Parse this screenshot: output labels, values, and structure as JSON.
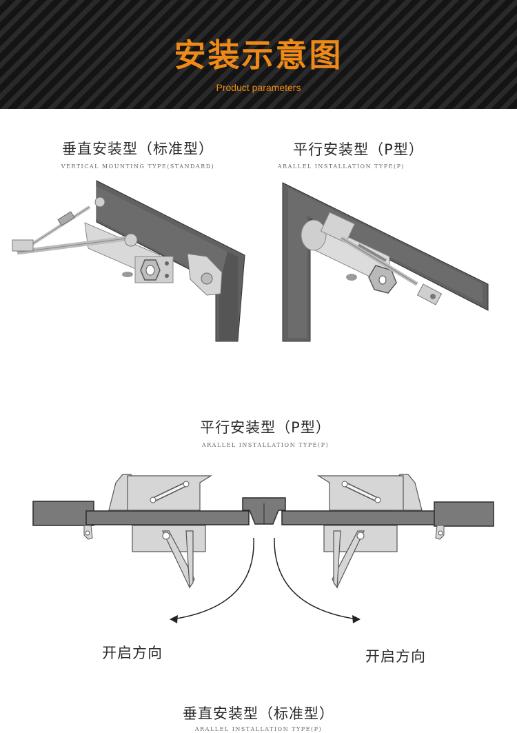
{
  "header": {
    "title": "安装示意图",
    "subtitle": "Product parameters"
  },
  "diagram_vertical": {
    "title": "垂直安装型（标准型）",
    "subtitle": "VERTICAL MOUNTING TYPE(STANDARD)"
  },
  "diagram_parallel": {
    "title": "平行安装型（P型）",
    "subtitle": "ARALLEL INSTALLATION TYPE(P)"
  },
  "diagram_topview": {
    "title": "平行安装型（P型）",
    "subtitle": "ARALLEL INSTALLATION TYPE(P)",
    "left_direction": "开启方向",
    "right_direction": "开启方向"
  },
  "footer_caption": {
    "title": "垂直安装型（标准型）",
    "subtitle": "ARALLEL INSTALLATION TYPE(P)"
  },
  "colors": {
    "accent": "#f08a16",
    "header_bg": "#161616",
    "frame": "#616161",
    "closer_body": "#d6d6d6"
  }
}
